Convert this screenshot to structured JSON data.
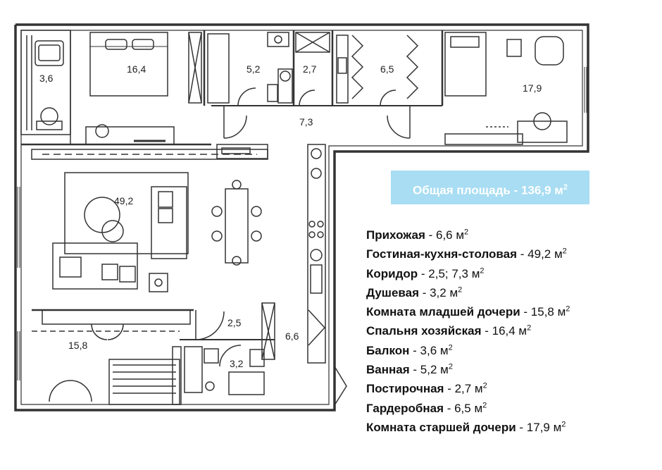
{
  "total": {
    "label": "Общая площадь - 136,9 м",
    "sup": "2"
  },
  "room_areas": {
    "balcony": "3,6",
    "master": "16,4",
    "bath": "5,2",
    "laundry": "2,7",
    "wardrobe": "6,5",
    "elder": "17,9",
    "corridor_top": "7,3",
    "living": "49,2",
    "corridor_small": "2,5",
    "hall": "6,6",
    "younger": "15,8",
    "shower": "3,2"
  },
  "legend": [
    {
      "name": "Прихожая",
      "value": " - 6,6 м",
      "sup": "2"
    },
    {
      "name": "Гостиная-кухня-столовая",
      "value": " - 49,2 м",
      "sup": "2"
    },
    {
      "name": "Коридор",
      "value": " - 2,5; 7,3 м",
      "sup": "2"
    },
    {
      "name": "Душевая",
      "value": " - 3,2 м",
      "sup": "2"
    },
    {
      "name": "Комната младшей дочери",
      "value": " - 15,8 м",
      "sup": "2"
    },
    {
      "name": "Спальня хозяйская",
      "value": " - 16,4 м",
      "sup": "2"
    },
    {
      "name": "Балкон",
      "value": " - 3,6 м",
      "sup": "2"
    },
    {
      "name": "Ванная",
      "value": " - 5,2 м",
      "sup": "2"
    },
    {
      "name": "Постирочная",
      "value": " - 2,7 м",
      "sup": "2"
    },
    {
      "name": "Гардеробная",
      "value": " - 6,5 м",
      "sup": "2"
    },
    {
      "name": "Комната старшей дочери",
      "value": " - 17,9 м",
      "sup": "2"
    }
  ],
  "colors": {
    "wall": "#333333",
    "badge": "#a8ddf3",
    "badge_text": "#ffffff",
    "text": "#111111"
  }
}
